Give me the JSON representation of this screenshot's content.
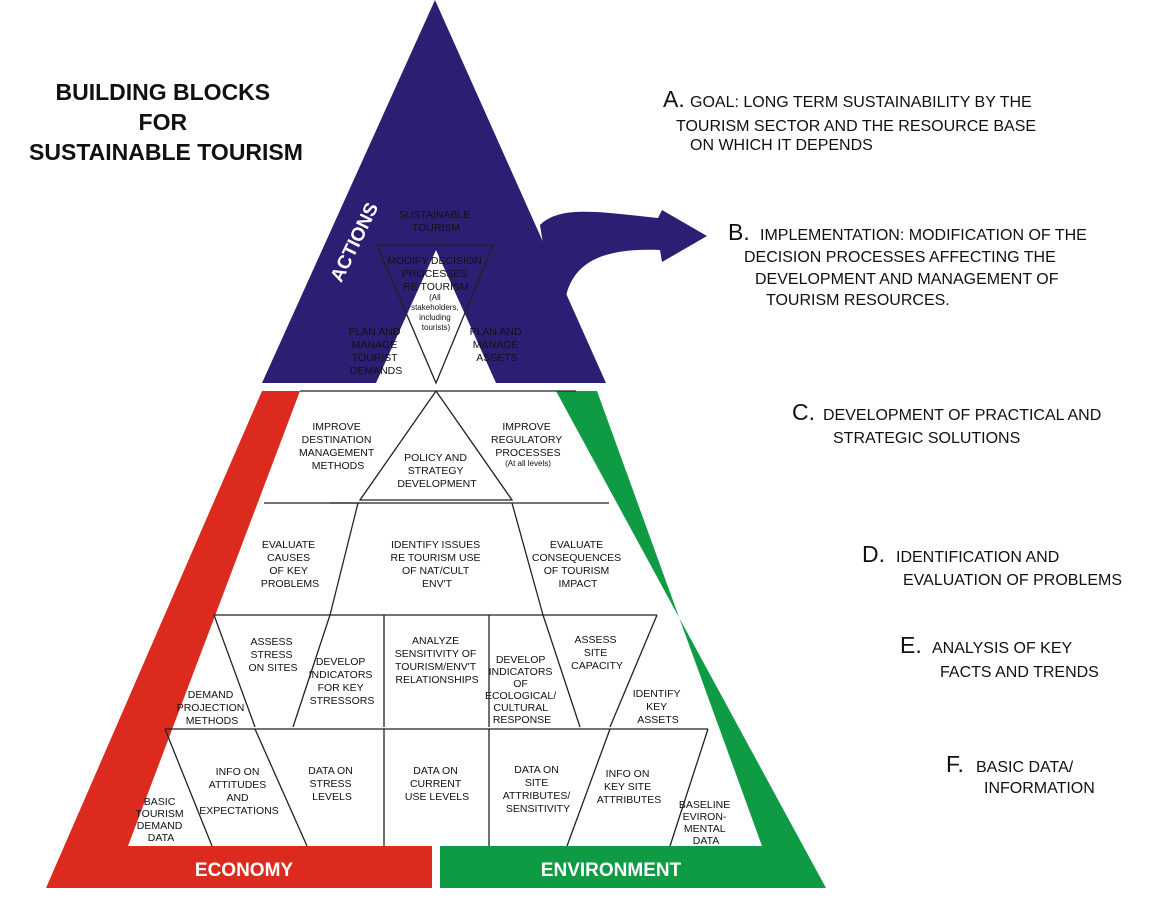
{
  "title": [
    "BUILDING BLOCKS",
    "FOR",
    "SUSTAINABLE TOURISM"
  ],
  "sides": {
    "actions": "ACTIONS",
    "economy": "ECONOMY",
    "environment": "ENVIRONMENT"
  },
  "colors": {
    "actions": "#2b1f73",
    "economy": "#dd2a1f",
    "environment": "#0f9a44"
  },
  "cells": {
    "sustainable_tourism": [
      "SUSTAINABLE",
      "TOURISM"
    ],
    "modify_decision": [
      "MODIFY DECISION",
      "PROCESSES",
      "RE TOURISM"
    ],
    "modify_decision_note": [
      "(All",
      "stakeholders,",
      "including",
      "tourists)"
    ],
    "plan_demands": [
      "PLAN AND",
      "MANAGE",
      "TOURIST",
      "DEMANDS"
    ],
    "plan_assets": [
      "PLAN AND",
      "MANAGE",
      "ASSETS"
    ],
    "improve_destination": [
      "IMPROVE",
      "DESTINATION",
      "MANAGEMENT",
      "METHODS"
    ],
    "policy": [
      "POLICY AND",
      "STRATEGY",
      "DEVELOPMENT"
    ],
    "improve_regulatory": [
      "IMPROVE",
      "REGULATORY",
      "PROCESSES"
    ],
    "improve_regulatory_note": "(At all levels)",
    "evaluate_causes": [
      "EVALUATE",
      "CAUSES",
      "OF KEY",
      "PROBLEMS"
    ],
    "identify_issues": [
      "IDENTIFY ISSUES",
      "RE TOURISM USE",
      "OF NAT/CULT",
      "ENV'T"
    ],
    "evaluate_consequences": [
      "EVALUATE",
      "CONSEQUENCES",
      "OF TOURISM",
      "IMPACT"
    ],
    "assess_stress": [
      "ASSESS",
      "STRESS",
      "ON SITES"
    ],
    "demand_projection": [
      "DEMAND",
      "PROJECTION",
      "METHODS"
    ],
    "develop_stressors": [
      "DEVELOP",
      "INDICATORS",
      "FOR KEY",
      "STRESSORS"
    ],
    "analyze_sensitivity": [
      "ANALYZE",
      "SENSITIVITY OF",
      "TOURISM/ENV'T",
      "RELATIONSHIPS"
    ],
    "develop_ecological": [
      "DEVELOP",
      "INDICATORS",
      "OF",
      "ECOLOGICAL/",
      "CULTURAL",
      "RESPONSE"
    ],
    "assess_capacity": [
      "ASSESS",
      "SITE",
      "CAPACITY"
    ],
    "identify_assets": [
      "IDENTIFY",
      "KEY",
      "ASSETS"
    ],
    "basic_demand": [
      "BASIC",
      "TOURISM",
      "DEMAND",
      "DATA"
    ],
    "info_attitudes": [
      "INFO ON",
      "ATTITUDES",
      "AND",
      "EXPECTATIONS"
    ],
    "data_stress": [
      "DATA ON",
      "STRESS",
      "LEVELS"
    ],
    "data_current": [
      "DATA ON",
      "CURRENT",
      "USE LEVELS"
    ],
    "data_site": [
      "DATA ON",
      "SITE",
      "ATTRIBUTES/",
      "SENSITIVITY"
    ],
    "info_key_site": [
      "INFO ON",
      "KEY SITE",
      "ATTRIBUTES"
    ],
    "baseline": [
      "BASELINE",
      "EVIRON-",
      "MENTAL",
      "DATA"
    ]
  },
  "levels": [
    {
      "letter": "A.",
      "lines": [
        "GOAL: LONG TERM SUSTAINABILITY BY THE",
        "TOURISM SECTOR AND THE RESOURCE BASE",
        "ON WHICH IT DEPENDS"
      ]
    },
    {
      "letter": "B.",
      "lines": [
        "IMPLEMENTATION: MODIFICATION OF THE",
        "DECISION PROCESSES AFFECTING THE",
        "DEVELOPMENT AND MANAGEMENT OF",
        "TOURISM RESOURCES."
      ]
    },
    {
      "letter": "C.",
      "lines": [
        "DEVELOPMENT OF PRACTICAL AND",
        "STRATEGIC SOLUTIONS"
      ]
    },
    {
      "letter": "D.",
      "lines": [
        "IDENTIFICATION AND",
        "EVALUATION OF PROBLEMS"
      ]
    },
    {
      "letter": "E.",
      "lines": [
        "ANALYSIS OF KEY",
        "FACTS AND TRENDS"
      ]
    },
    {
      "letter": "F.",
      "lines": [
        "BASIC DATA/",
        "INFORMATION"
      ]
    }
  ]
}
